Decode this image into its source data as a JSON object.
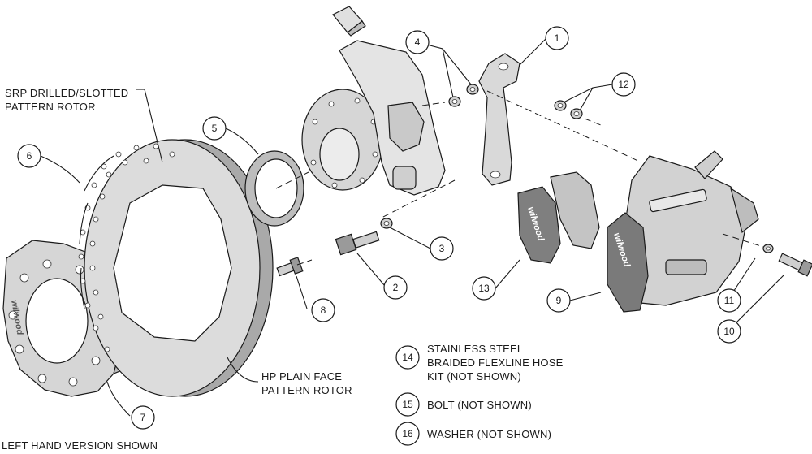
{
  "labels": {
    "srp_rotor_line1": "SRP DRILLED/SLOTTED",
    "srp_rotor_line2": "PATTERN ROTOR",
    "hp_rotor_line1": "HP PLAIN FACE",
    "hp_rotor_line2": "PATTERN ROTOR",
    "left_hand": "LEFT HAND VERSION SHOWN"
  },
  "callouts": {
    "c1": "1",
    "c2": "2",
    "c3": "3",
    "c4": "4",
    "c5": "5",
    "c6": "6",
    "c7": "7",
    "c8": "8",
    "c9": "9",
    "c10": "10",
    "c11": "11",
    "c12": "12",
    "c13": "13"
  },
  "legend": [
    {
      "number": "14",
      "line1": "STAINLESS STEEL",
      "line2": "BRAIDED FLEXLINE HOSE",
      "line3": "KIT (NOT SHOWN)"
    },
    {
      "number": "15",
      "text": "BOLT (NOT SHOWN)"
    },
    {
      "number": "16",
      "text": "WASHER (NOT SHOWN)"
    }
  ],
  "brand": "wilwood",
  "colors": {
    "part_fill": "#d9d9d9",
    "part_dark": "#8c8c8c",
    "line": "#1a1a1a"
  }
}
